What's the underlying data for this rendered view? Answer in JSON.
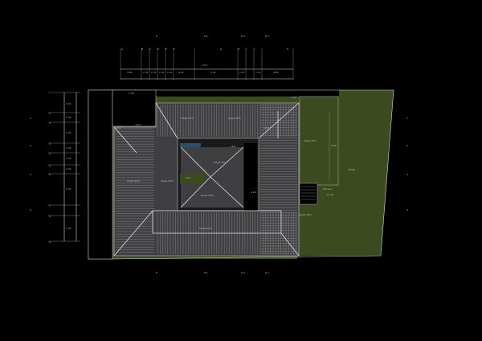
{
  "top_grid": {
    "labels": [
      "A",
      "B",
      "C",
      "D",
      "E",
      "F",
      "G",
      "H",
      "I",
      "J",
      "K"
    ],
    "dims": [
      "3.81",
      "1.31",
      "1.31",
      "1.31",
      "1.31",
      "4.21",
      "1.31",
      "1.31",
      "1.31",
      "4.81"
    ],
    "total_top": "24.1",
    "group_labels": [
      "6",
      "6.1",
      "6.3",
      "6.7"
    ]
  },
  "left_grid": {
    "labels": [
      "1",
      "2",
      "3",
      "4",
      "5",
      "6",
      "7",
      "8",
      "9"
    ],
    "dims": [
      "3.31",
      "1.31",
      "1.31",
      "1.31",
      "1.31",
      "1.31",
      "3.31",
      "1.31"
    ],
    "group_labels": [
      "1",
      "2",
      "3",
      "4"
    ]
  },
  "right_grid": {
    "group_labels": [
      "1",
      "2",
      "3",
      "4"
    ]
  },
  "bottom_grid": {
    "group_labels": [
      "6",
      "6.1",
      "6.3",
      "6.7"
    ]
  },
  "roof_labels": {
    "slope_top": "Slope 30%",
    "slope_top2": "Slope 30%",
    "slope_left": "Slope 30%",
    "slope_mid_left": "Slope 30%",
    "slope_mid_right": "Slope 30%",
    "slope_court": "Slope 30%",
    "slope_bottom": "Slope 30%",
    "slope_right": "Slope 30%",
    "slope_right2": "Slope 30%"
  },
  "levels": {
    "l1": "+3.8",
    "l2": "+4.6",
    "l3": "+3.8",
    "l4": "+3.8",
    "l5": "+4.6",
    "l6": "+4.6",
    "l7": "+3.8",
    "l8": "+4.10"
  },
  "site_label": "HOLE",
  "terrace_label": "Terrace",
  "dim_right_vertical": "6.00",
  "dim_top_room": "1.20"
}
